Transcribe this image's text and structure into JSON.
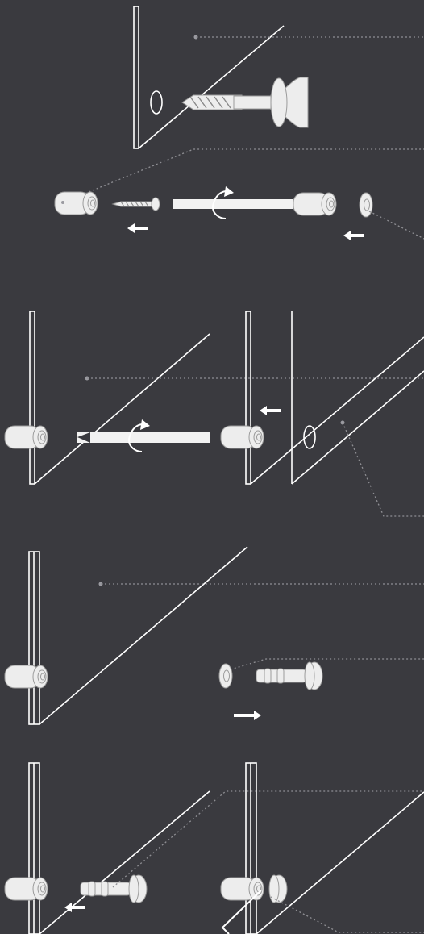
{
  "colors": {
    "background": "#3a3a3f",
    "line": "#ffffff",
    "leader": "#8e8e93",
    "part_fill": "#ededed"
  },
  "steps": [
    {
      "name": "step-1-wall-anchor",
      "icons": [
        "wall-panel-icon",
        "screw-anchor-icon",
        "drill-hole-icon"
      ]
    },
    {
      "name": "step-2-parts",
      "icons": [
        "standoff-base-icon",
        "screw-icon",
        "screwdriver-icon",
        "rotate-arrow-icon",
        "standoff-base-icon",
        "washer-icon",
        "arrow-left-icon"
      ]
    },
    {
      "name": "step-3-mount-base",
      "icons": [
        "wall-panel-icon",
        "standoff-base-icon",
        "screwdriver-icon",
        "rotate-arrow-icon",
        "glass-panel-icon",
        "arrow-left-icon"
      ]
    },
    {
      "name": "step-4-washer-cap",
      "icons": [
        "wall-panel-icon",
        "standoff-base-icon",
        "washer-icon",
        "standoff-cap-icon",
        "arrow-right-icon"
      ]
    },
    {
      "name": "step-5-final-assembly",
      "icons": [
        "wall-panel-icon",
        "standoff-cap-icon",
        "arrow-left-icon",
        "allen-key-icon"
      ]
    }
  ]
}
